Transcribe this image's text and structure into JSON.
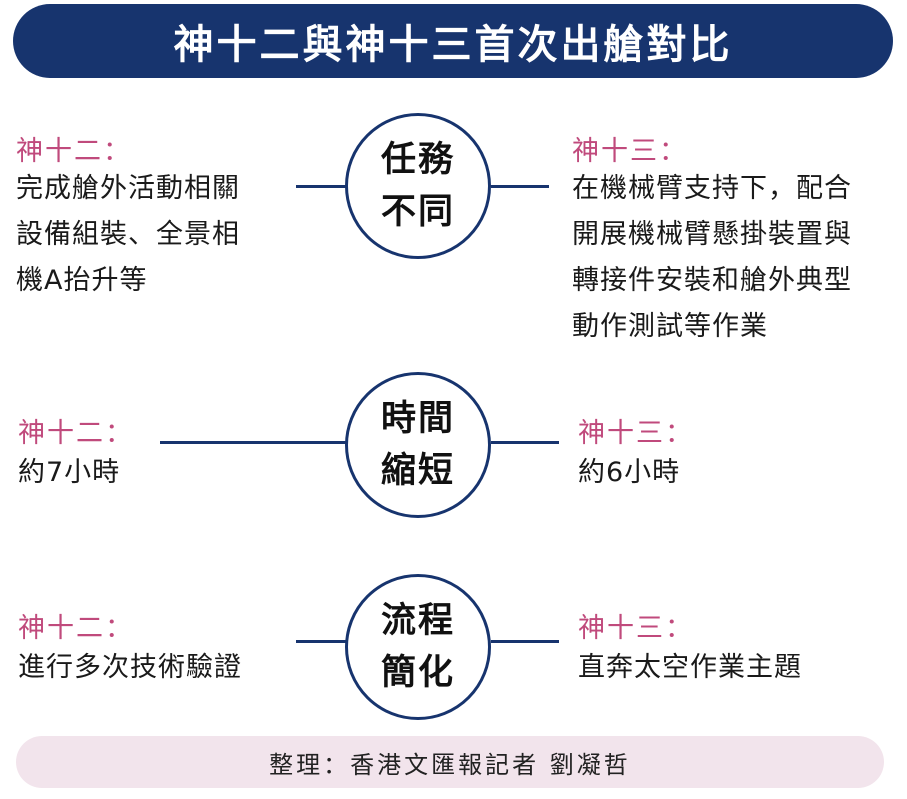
{
  "title": "神十二與神十三首次出艙對比",
  "sections": [
    {
      "circle": [
        "任務",
        "不同"
      ],
      "left_label": "神十二：",
      "left_lines": [
        "完成艙外活動相關",
        "設備組裝、全景相",
        "機A抬升等"
      ],
      "right_label": "神十三：",
      "right_lines": [
        "在機械臂支持下，配合",
        "開展機械臂懸掛裝置與",
        "轉接件安裝和艙外典型",
        "動作測試等作業"
      ]
    },
    {
      "circle": [
        "時間",
        "縮短"
      ],
      "left_label": "神十二：",
      "left_lines": [
        "約7小時"
      ],
      "right_label": "神十三：",
      "right_lines": [
        "約6小時"
      ]
    },
    {
      "circle": [
        "流程",
        "簡化"
      ],
      "left_label": "神十二：",
      "left_lines": [
        "進行多次技術驗證"
      ],
      "right_label": "神十三：",
      "right_lines": [
        "直奔太空作業主題"
      ]
    }
  ],
  "footer": "整理：香港文匯報記者 劉凝哲",
  "colors": {
    "navy": "#17346e",
    "label_pink": "#c04a7c",
    "footer_bg": "#f2e4ec"
  }
}
